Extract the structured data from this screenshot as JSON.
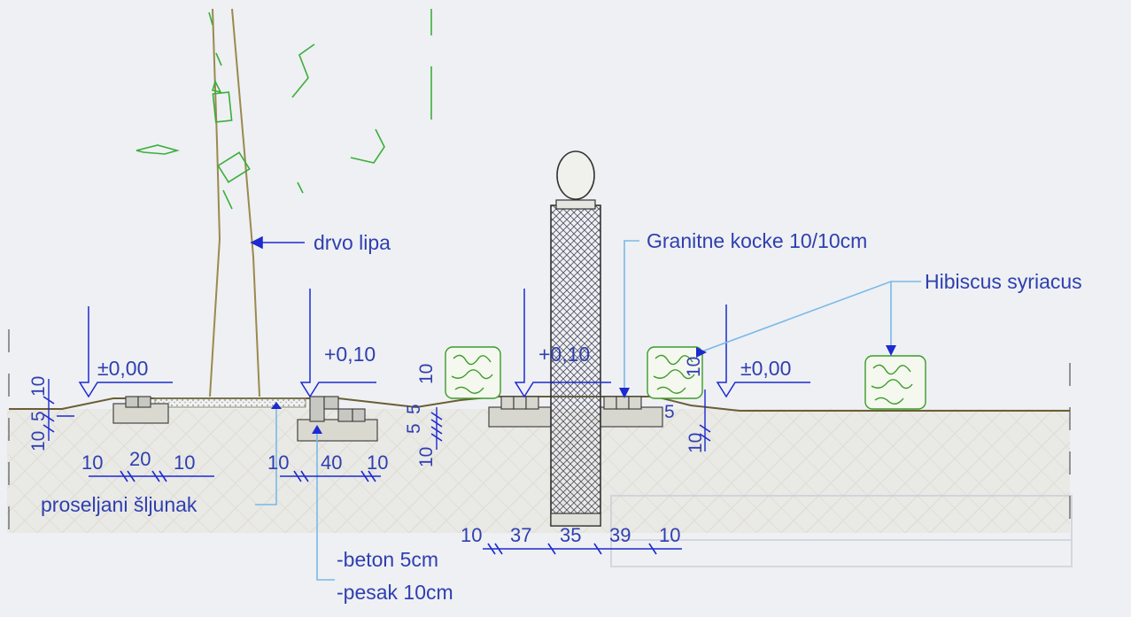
{
  "colors": {
    "paper": "#eef0f3",
    "ground": "#e3e2d8",
    "ink": "#2f3fb0",
    "annotation": "#1c2ad0",
    "leader": "#7ab8e8",
    "plant": "#3c9a2a",
    "tree": "#9a8a4e",
    "post_hatch": "#555566"
  },
  "labels": {
    "tree": "drvo lipa",
    "granite": "Granitne kocke 10/10cm",
    "hibiscus": "Hibiscus syriacus",
    "gravel": "proseljani šljunak",
    "concrete": "-beton 5cm",
    "sand": "-pesak 10cm"
  },
  "levels": {
    "left": "±0,00",
    "mid_left": "+0,10",
    "mid_right": "+0,10",
    "right": "±0,00"
  },
  "dims": {
    "left_vertical": [
      "10",
      "5",
      "10"
    ],
    "left_horizontal": [
      "10",
      "20",
      "10"
    ],
    "middle_horizontal": [
      "10",
      "40",
      "10"
    ],
    "middle_vertical": [
      "10",
      "5",
      "5",
      "10"
    ],
    "post_horizontal": [
      "10",
      "37",
      "35",
      "39",
      "10"
    ],
    "right_vertical": [
      "10",
      "5",
      "10"
    ]
  }
}
